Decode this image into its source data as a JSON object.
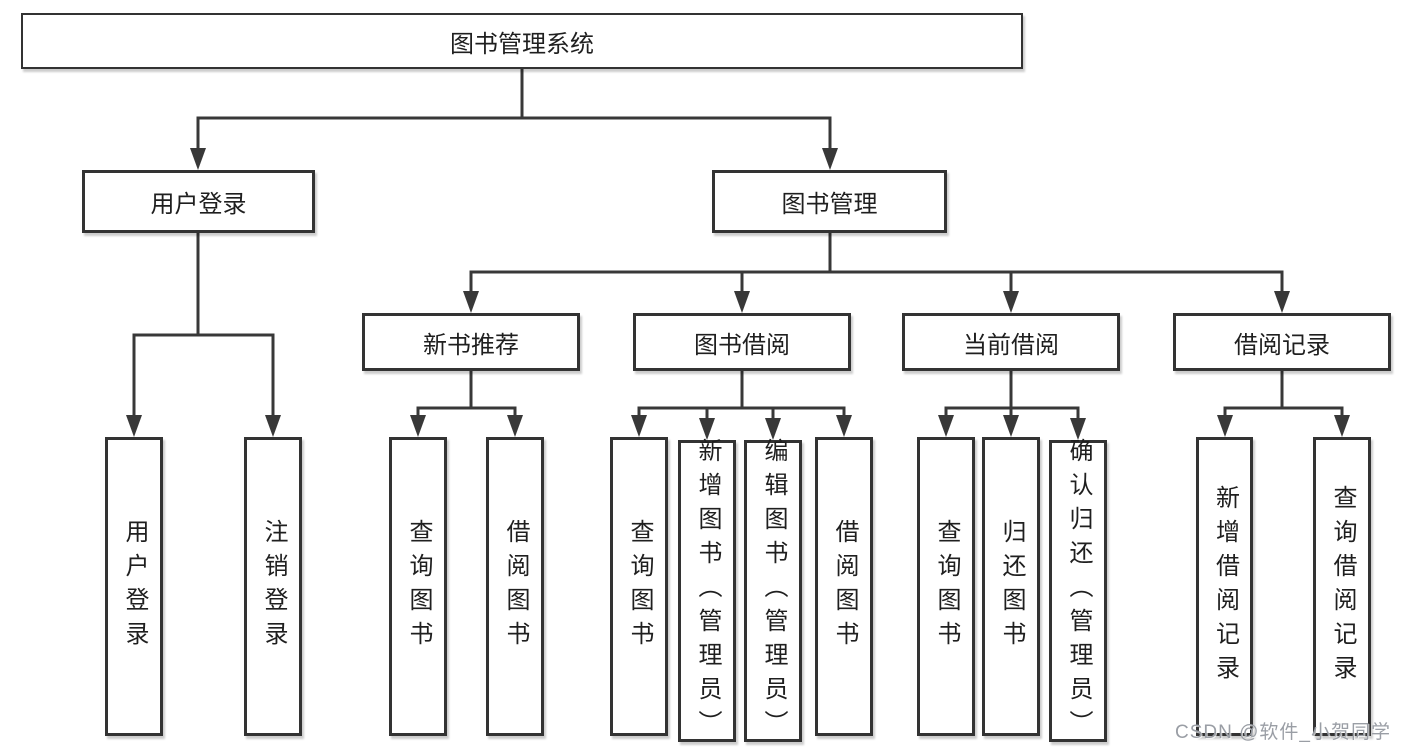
{
  "diagram": {
    "root": "图书管理系统",
    "level1": {
      "user_login": "用户登录",
      "book_mgmt": "图书管理"
    },
    "level2": {
      "new_book": "新书推荐",
      "book_borrow": "图书借阅",
      "current_borrow": "当前借阅",
      "borrow_record": "借阅记录"
    },
    "leaves": {
      "user_login": "用户登录",
      "logout": "注销登录",
      "nb_query": "查询图书",
      "nb_borrow": "借阅图书",
      "bb_query": "查询图书",
      "bb_add": "新增图书（管理员）",
      "bb_edit": "编辑图书（管理员）",
      "bb_borrow": "借阅图书",
      "cb_query": "查询图书",
      "cb_return": "归还图书",
      "cb_confirm": "确认归还（管理员）",
      "br_add": "新增借阅记录",
      "br_query": "查询借阅记录"
    },
    "watermark": "CSDN @软件_小贺同学",
    "colors": {
      "line": "#383838",
      "border": "#333333",
      "text": "#1f1f1f",
      "watermark": "#9a9ea5",
      "background": "#ffffff"
    }
  }
}
